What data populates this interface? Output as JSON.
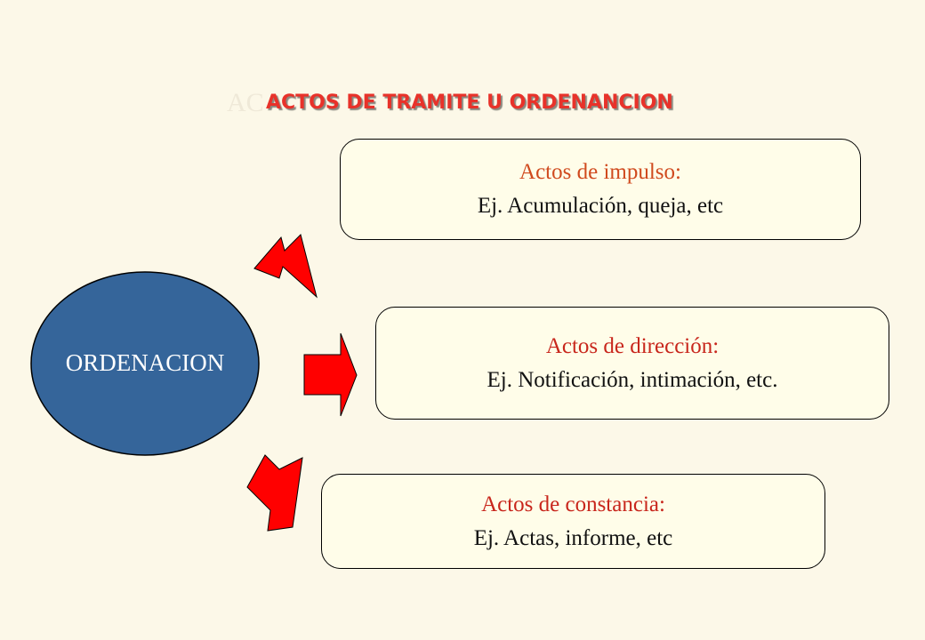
{
  "title": {
    "ghost": "AC",
    "main": "ACTOS DE TRAMITE U ORDENANCION"
  },
  "center": {
    "label": "ORDENACION"
  },
  "boxes": [
    {
      "title": "Actos de impulso:",
      "text": "Ej. Acumulación, queja, etc"
    },
    {
      "title": "Actos de dirección:",
      "text": "Ej. Notificación, intimación, etc."
    },
    {
      "title": "Actos de constancia:",
      "text": "Ej. Actas, informe, etc"
    }
  ],
  "colors": {
    "background": "#fcf8e8",
    "ellipse": "#35659a",
    "arrow": "#ff0000",
    "title": "#e8322a"
  },
  "icons": [
    "arrow-up-right-icon",
    "arrow-right-icon",
    "arrow-down-right-icon"
  ]
}
